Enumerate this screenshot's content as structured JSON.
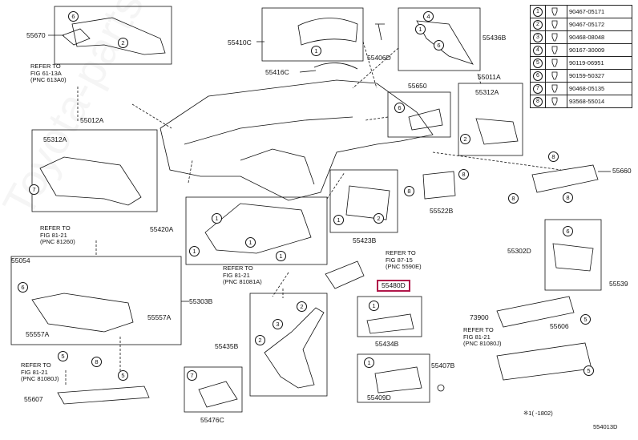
{
  "labels": {
    "l55670": "55670",
    "l55410c": "55410C",
    "l55406d": "55406D",
    "l55436b": "55436B",
    "l55416c": "55416C",
    "l55650": "55650",
    "l55011a": "55011A",
    "l55312a_top": "55312A",
    "l55012a": "55012A",
    "l55312a_left": "55312A",
    "l55660": "55660",
    "l55522b": "55522B",
    "l55420a": "55420A",
    "l55423b": "55423B",
    "l55302d": "55302D",
    "l55054": "55054",
    "l55303b": "55303B",
    "l55539": "55539",
    "l55480d": "55480D",
    "l55557a_r": "55557A",
    "l55557a_l": "55557A",
    "l73900": "73900",
    "l55606": "55606",
    "l55435b": "55435B",
    "l55434b": "55434B",
    "l55407b": "55407B",
    "l55409d": "55409D",
    "l55607": "55607",
    "l55476c": "55476C"
  },
  "refs": {
    "r613a0": "REFER TO\nFIG 61-13A\n(PNC 613A0)",
    "r81260": "REFER TO\nFIG 81-21\n(PNC 81260)",
    "r81081a": "REFER TO\nFIG 81-21\n(PNC 81081A)",
    "r5590e": "REFER TO\nFIG 87-15\n(PNC 5590E)",
    "r81080j_left": "REFER TO\nFIG 81-21\n(PNC 81080J)",
    "r81080j_right": "REFER TO\nFIG 81-21\n(PNC 81080J)"
  },
  "parts_table": [
    {
      "num": "1",
      "part": "90467-05171"
    },
    {
      "num": "2",
      "part": "90467-05172"
    },
    {
      "num": "3",
      "part": "90468-08048"
    },
    {
      "num": "4",
      "part": "90167-30009"
    },
    {
      "num": "5",
      "part": "90119-06951"
    },
    {
      "num": "6",
      "part": "90159-50327"
    },
    {
      "num": "7",
      "part": "90468-05135"
    },
    {
      "num": "8",
      "part": "93568-55014"
    }
  ],
  "footnote": "※1(     -1802)",
  "diagram_code": "554013D",
  "watermark": "Toyota-parts.net.ru",
  "highlight_color": "#b0174a"
}
